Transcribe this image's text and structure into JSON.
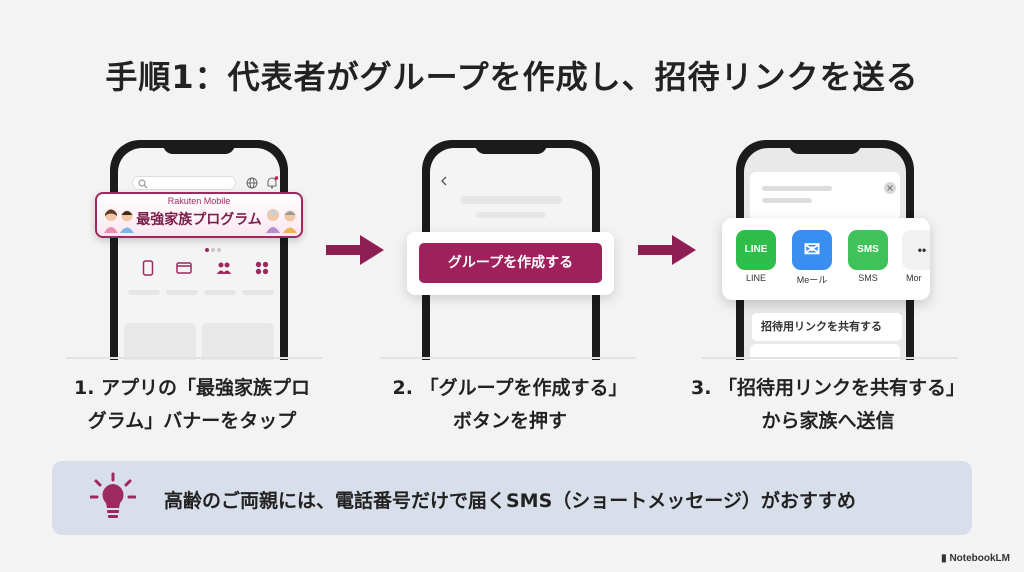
{
  "title": "手順1：代表者がグループを作成し、招待リンクを送る",
  "colors": {
    "accent": "#a0205b",
    "arrow": "#8e1f52",
    "tip_bg": "#d8deea",
    "background": "#f3f3f4"
  },
  "phone1": {
    "banner_brand": "Rakuten Mobile",
    "banner_title": "最強家族プログラム",
    "icons": [
      "search-icon",
      "globe-icon",
      "bell-icon",
      "phone-icon",
      "card-icon",
      "family-icon",
      "grid-icon"
    ]
  },
  "phone2": {
    "button_label": "グループを作成する",
    "icons": [
      "back-chevron-icon"
    ]
  },
  "phone3": {
    "apps": [
      {
        "label": "LINE",
        "icon_text": "LINE",
        "color": "#2fbd4c"
      },
      {
        "label": "Meール",
        "icon_text": "✉",
        "color": "#3a8ef0"
      },
      {
        "label": "SMS",
        "icon_text": "SMS",
        "color": "#3fc25a"
      },
      {
        "label": "Mor",
        "icon_text": "••",
        "color": "#f1f1f1"
      }
    ],
    "share_link_label": "招待用リンクを共有する",
    "icons": [
      "close-icon"
    ]
  },
  "steps": [
    {
      "line1": "1. アプリの「最強家族プロ",
      "line2": "グラム」バナーをタップ"
    },
    {
      "line1": "2. 「グループを作成する」",
      "line2": "ボタンを押す"
    },
    {
      "line1": "3. 「招待用リンクを共有する」",
      "line2": "から家族へ送信"
    }
  ],
  "tip": {
    "text": "高齢のご両親には、電話番号だけで届くSMS（ショートメッセージ）がおすすめ",
    "icon": "lightbulb-icon"
  },
  "brand": "NotebookLM"
}
